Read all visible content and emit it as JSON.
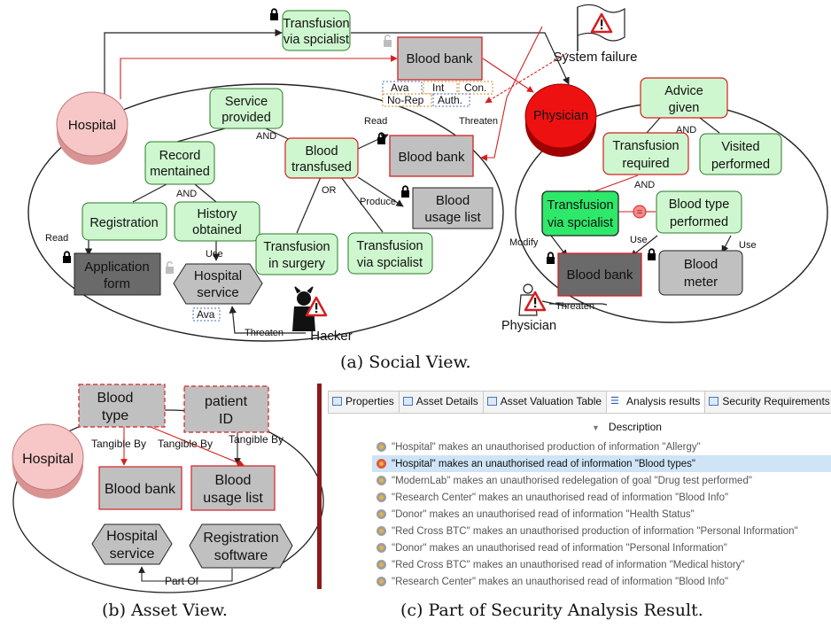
{
  "colors": {
    "goal": "#cff7cf",
    "asset": "#c0c0c0",
    "asset_dark": "#6a6a6a",
    "actor_pink": "#f7c6c6",
    "actor_red": "#ee1111",
    "threat_red": "#e02020",
    "selected_row": "#cfe4f7"
  },
  "social": {
    "hospital": "Hospital",
    "physician": "Physician",
    "system_failure": "System failure",
    "hacker": "Hacker",
    "physician_agent": "Physician",
    "goals": {
      "transfusion_top": [
        "Transfusion",
        "via spcialist"
      ],
      "service_provided": [
        "Service",
        "provided"
      ],
      "record_maintained": [
        "Record",
        "mentained"
      ],
      "blood_transfused": [
        "Blood",
        "transfused"
      ],
      "registration": "Registration",
      "history_obtained": [
        "History",
        "obtained"
      ],
      "transfusion_surgery": [
        "Transfusion",
        "in surgery"
      ],
      "transfusion_specialist": [
        "Transfusion",
        "via spcialist"
      ],
      "advice_given": [
        "Advice",
        "given"
      ],
      "transfusion_required": [
        "Transfusion",
        "required"
      ],
      "visited_performed": [
        "Visited",
        "performed"
      ],
      "transfusion_specialist_phys": [
        "Transfusion",
        "via spcialist"
      ],
      "blood_type_performed": [
        "Blood type",
        "performed"
      ]
    },
    "assets": {
      "blood_bank_top": "Blood bank",
      "blood_bank_mid": "Blood bank",
      "blood_usage_list": [
        "Blood",
        "usage list"
      ],
      "application_form": [
        "Application",
        "form"
      ],
      "hospital_service": [
        "Hospital",
        "service"
      ],
      "blood_bank_phys": "Blood bank",
      "blood_meter": [
        "Blood",
        "meter"
      ]
    },
    "security_tags": {
      "ava": "Ava",
      "int": "Int",
      "con": "Con.",
      "norep": "No-Rep",
      "auth": "Auth.",
      "ava_small": "Ava"
    },
    "edge_labels": {
      "and1": "AND",
      "and2": "AND",
      "or": "OR",
      "read1": "Read",
      "read2": "Read",
      "produce": "Produce",
      "threaten1": "Threaten",
      "threaten2": "Threaten",
      "threaten3": "Threaten",
      "use1": "Use",
      "use2": "Use",
      "use3": "Use",
      "and_phys": "AND",
      "and_phys2": "AND",
      "modify": "Modify",
      "equal": "="
    }
  },
  "asset_view": {
    "hospital": "Hospital",
    "blood_type": [
      "Blood",
      "type"
    ],
    "patient_id": [
      "patient",
      "ID"
    ],
    "blood_bank": "Blood bank",
    "blood_usage_list": [
      "Blood",
      "usage list"
    ],
    "hospital_service": [
      "Hospital",
      "service"
    ],
    "registration_software": [
      "Registration",
      "software"
    ],
    "tangible1": "Tangible By",
    "tangible2": "Tangible By",
    "tangible3": "Tangible By",
    "part_of": "Part Of"
  },
  "captions": {
    "a": "(a) Social View.",
    "b": "(b) Asset View.",
    "c": "(c) Part of Security Analysis Result."
  },
  "analysis": {
    "tabs": [
      "Properties",
      "Asset Details",
      "Asset Valuation Table",
      "Analysis results",
      "Security Requirements"
    ],
    "column": "Description",
    "rows": [
      "\"Hospital\" makes an unauthorised production of information \"Allergy\"",
      "\"Hospital\" makes an unauthorised read of information \"Blood types\"",
      "\"ModernLab\" makes an unauthorised redelegation of goal \"Drug test performed\"",
      "\"Research Center\" makes an unauthorised read of information \"Blood Info\"",
      "\"Donor\" makes an unauthorised read of information \"Health Status\"",
      "\"Red Cross BTC\" makes an unauthorised production of information \"Personal Information\"",
      "\"Donor\" makes an unauthorised read of information \"Personal Information\"",
      "\"Red Cross BTC\" makes an unauthorised read of information \"Medical history\"",
      "\"Research Center\" makes an unauthorised read of information \"Blood Info\""
    ]
  }
}
